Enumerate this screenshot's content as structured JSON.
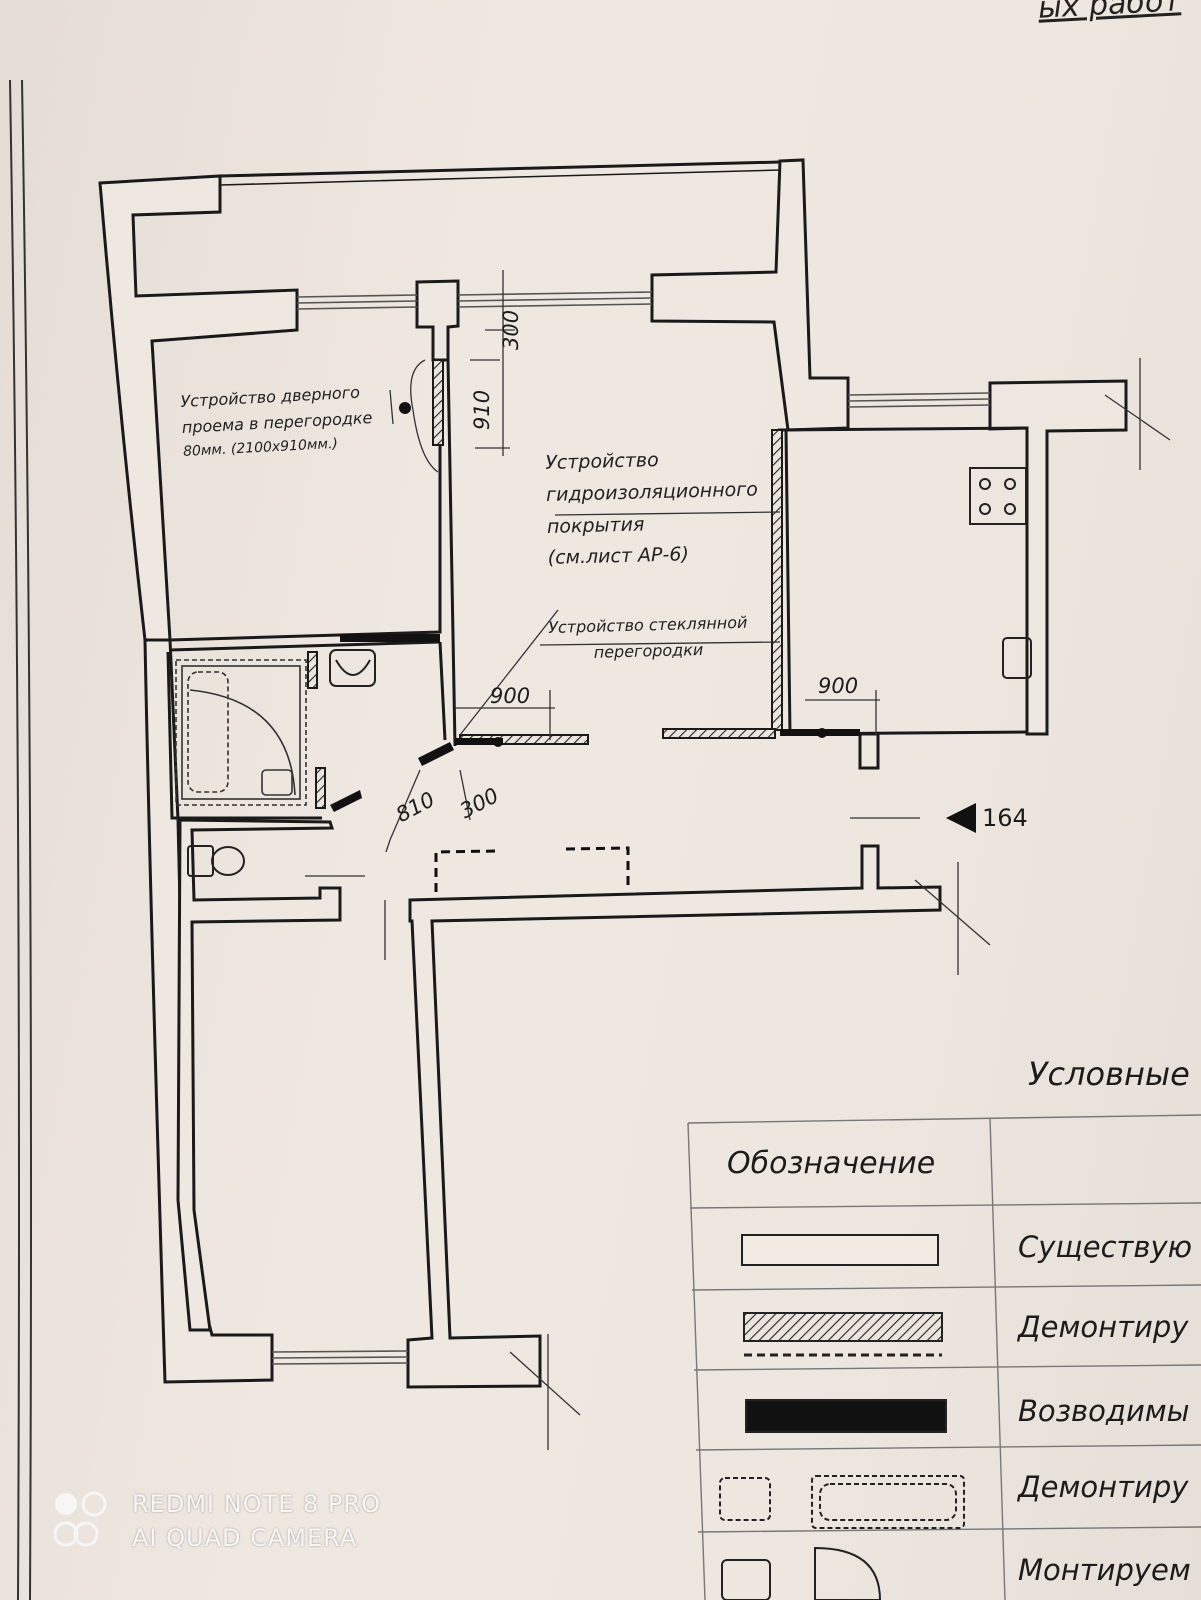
{
  "header": {
    "corner_text": "ых работ"
  },
  "notes": {
    "door_opening": [
      "Устройство дверного",
      "проема в перегородке",
      "80мм. (2100х910мм.)"
    ],
    "waterproofing": [
      "Устройство",
      "гидроизоляционного",
      "покрытия",
      "(см.лист АР-6)"
    ],
    "glass_partition": [
      "Устройство стеклянной",
      "перегородки"
    ]
  },
  "dimensions": {
    "d300_top": "300",
    "d910": "910",
    "d900_left": "900",
    "d900_right": "900",
    "d810": "810",
    "d300_bottom": "300"
  },
  "section_marker": "164",
  "legend": {
    "title": "Условные",
    "header": "Обозначение",
    "rows": [
      {
        "symbol": "existing-wall",
        "text": "Существую"
      },
      {
        "symbol": "demolished-wall",
        "text": "Демонтиру"
      },
      {
        "symbol": "new-wall",
        "text": "Возводимы"
      },
      {
        "symbol": "demolished-fixtures",
        "text": "Демонтиру"
      },
      {
        "symbol": "installed-fixtures",
        "text": "Монтируем"
      }
    ]
  },
  "watermark": {
    "line1": "REDMI NOTE 8 PRO",
    "line2": "AI QUAD CAMERA"
  }
}
